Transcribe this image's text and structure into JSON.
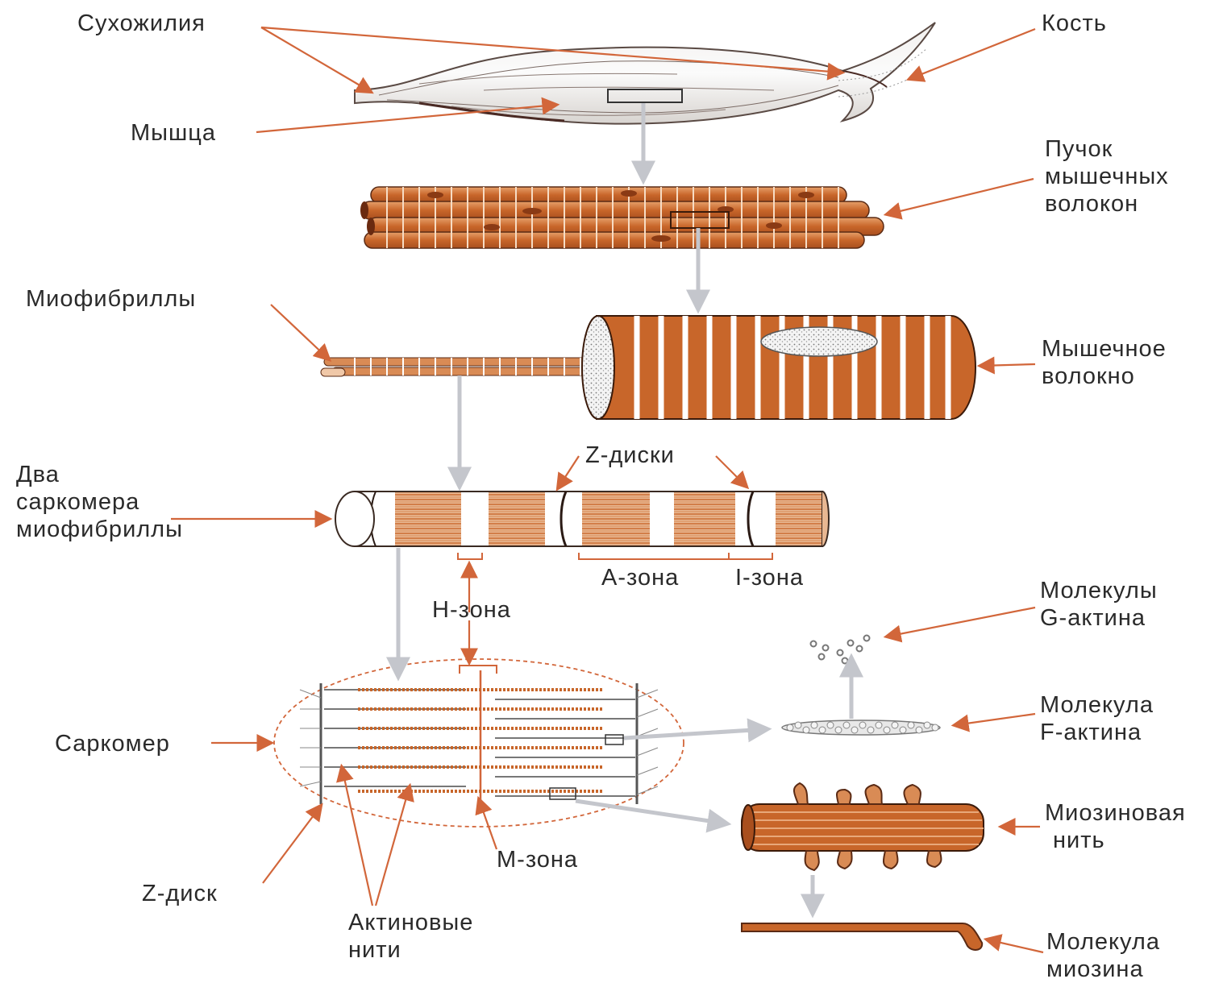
{
  "colors": {
    "orange": "#c8662a",
    "orange_light": "#e09a62",
    "arrow_red": "#d2663a",
    "arrow_gray": "#c4c6cc",
    "ink": "#3a2a22"
  },
  "labels": {
    "tendons": "Сухожилия",
    "bone": "Кость",
    "muscle": "Мышца",
    "bundle": [
      "Пучок",
      "мышечных",
      "волокон"
    ],
    "myofibrils": "Миофибриллы",
    "muscle_fiber": [
      "Мышечное",
      "волокно"
    ],
    "z_discs": "Z-диски",
    "two_sarcomeres": [
      "Два",
      "саркомера",
      "миофибриллы"
    ],
    "a_zone": "А-зона",
    "i_zone": "I-зона",
    "h_zone": "Н-зона",
    "g_actin": [
      "Молекулы",
      "G-актина"
    ],
    "f_actin": [
      "Молекула",
      "F-актина"
    ],
    "sarcomere": "Саркомер",
    "myosin_filament": [
      "Миозиновая",
      "нить"
    ],
    "m_zone": "М-зона",
    "z_disc": "Z-диск",
    "actin_filaments": [
      "Актиновые",
      "нити"
    ],
    "myosin_molecule": [
      "Молекула",
      "миозина"
    ]
  }
}
